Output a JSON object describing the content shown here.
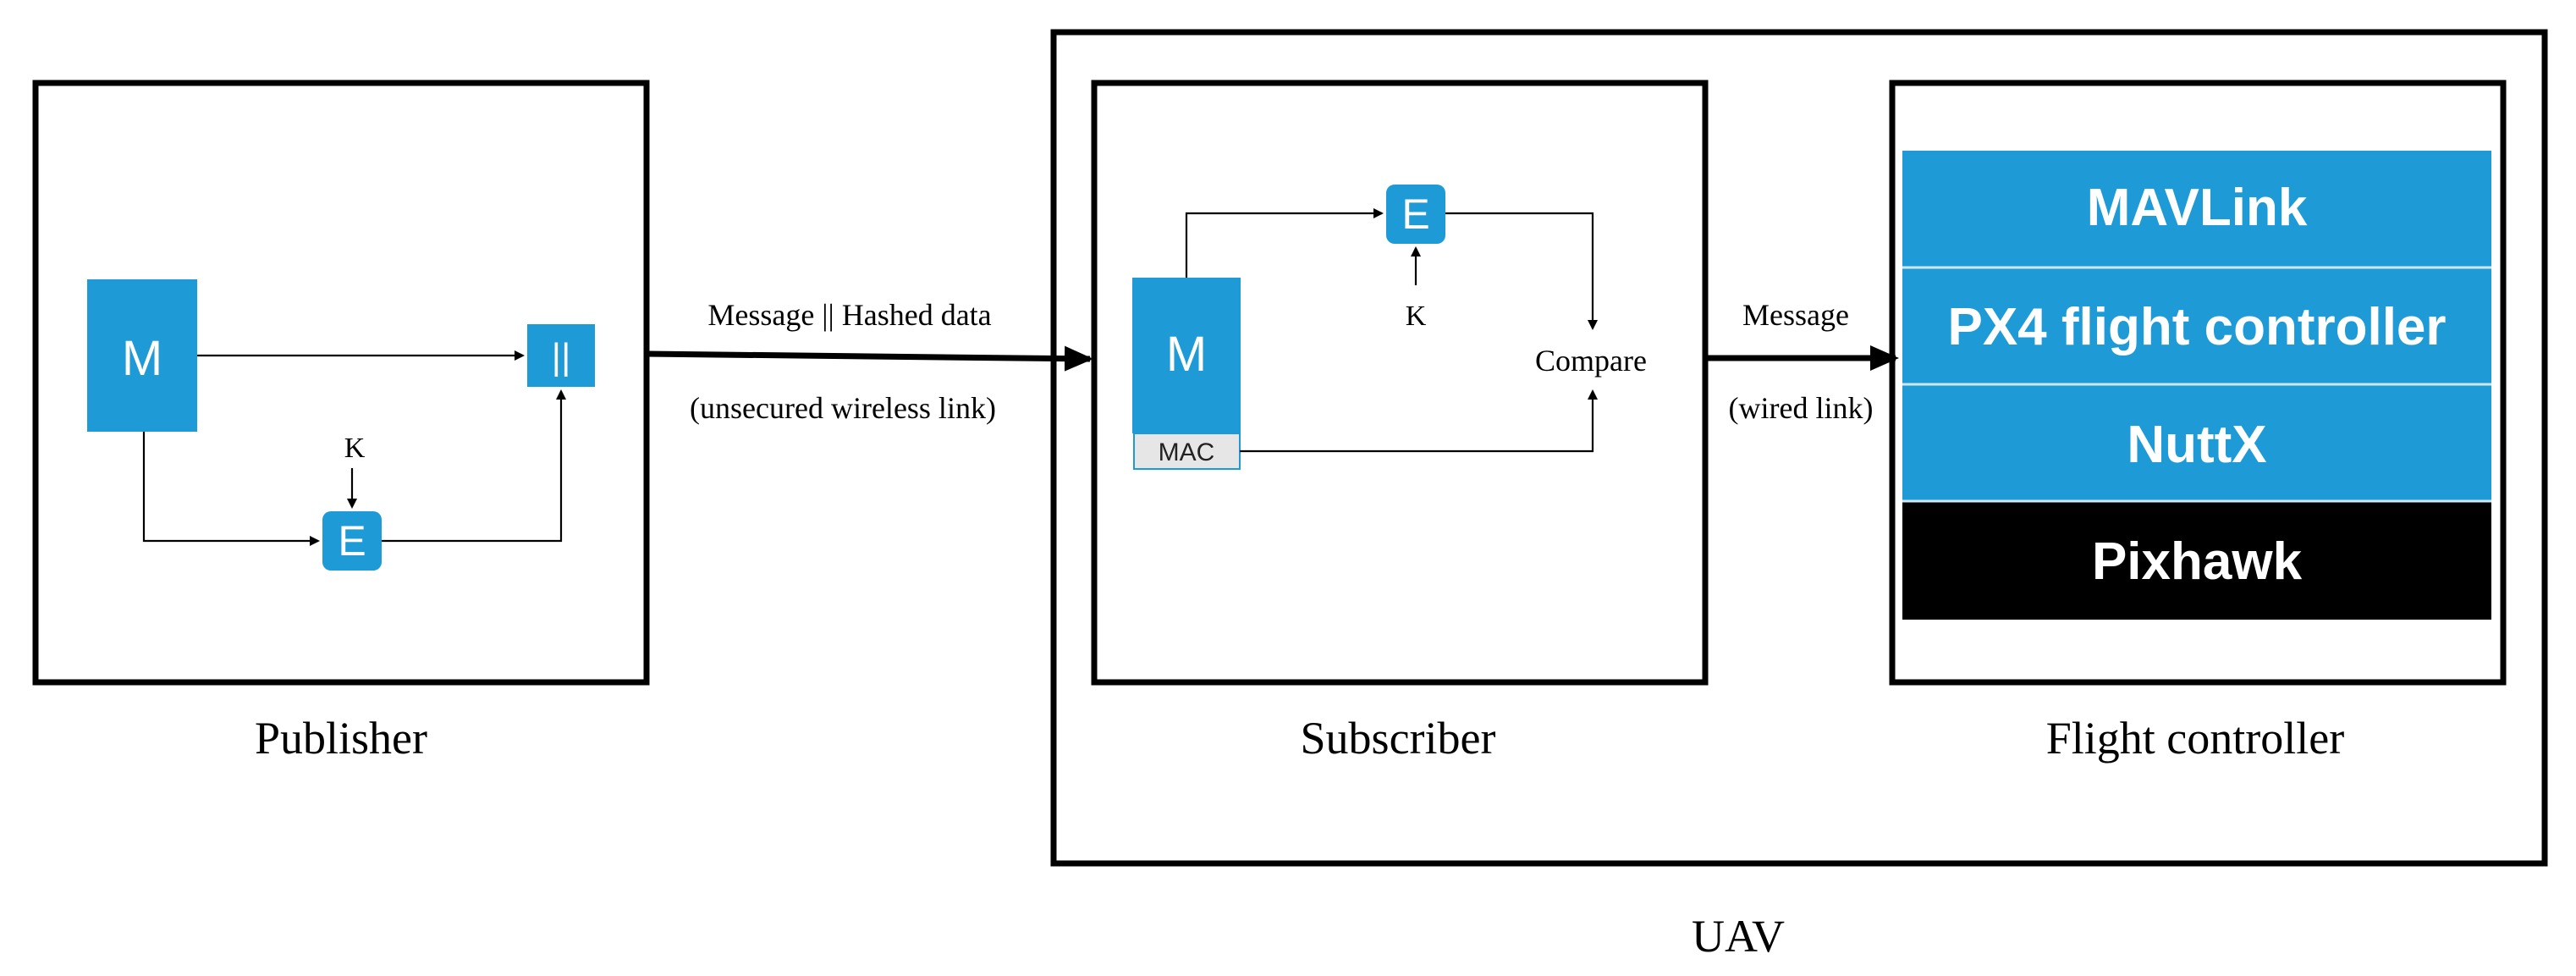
{
  "colors": {
    "block_blue": "#1e9bd7",
    "stack_blue": "#1e9bd7",
    "pixhawk_black": "#000000",
    "mac_gray": "#e6e6e6"
  },
  "publisher": {
    "label": "Publisher",
    "m_label": "M",
    "concat_label": "||",
    "key_label": "K",
    "encrypt_label": "E"
  },
  "link1": {
    "top_label": "Message || Hashed data",
    "bottom_label": "(unsecured wireless link)"
  },
  "subscriber": {
    "label": "Subscriber",
    "m_label": "M",
    "mac_label": "MAC",
    "encrypt_label": "E",
    "key_label": "K",
    "compare_label": "Compare"
  },
  "link2": {
    "top_label": "Message",
    "bottom_label": "(wired link)"
  },
  "flight_controller": {
    "label": "Flight controller",
    "stack": [
      "MAVLink",
      "PX4 flight controller",
      "NuttX",
      "Pixhawk"
    ]
  },
  "uav": {
    "label": "UAV"
  }
}
